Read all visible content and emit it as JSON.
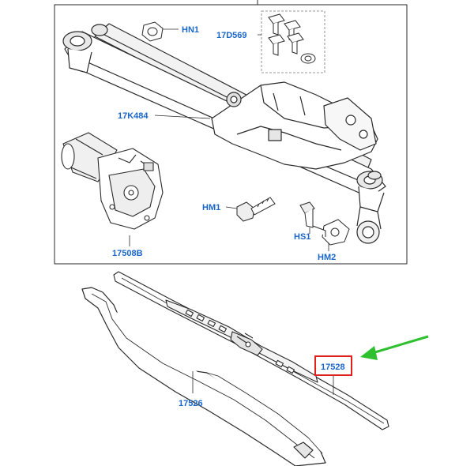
{
  "colors": {
    "label": "#1a66c9",
    "highlight_box": "#e0201b",
    "arrow": "#2ec02e",
    "line": "#2a2a2a",
    "part_fill": "#ffffff",
    "shade": "#d9d9d9"
  },
  "labels": {
    "hn1": "HN1",
    "d569": "17D569",
    "k484": "17K484",
    "hm1": "HM1",
    "hs1": "HS1",
    "hm2": "HM2",
    "b508": "17508B",
    "p17528": "17528",
    "p17526": "17526"
  },
  "highlight": {
    "part": "17528",
    "indicator": "green-arrow"
  }
}
